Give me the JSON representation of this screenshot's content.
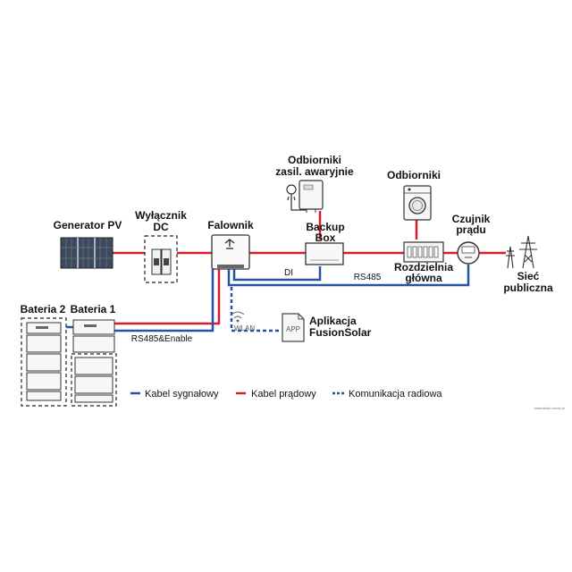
{
  "components": {
    "pv_generator": "Generator PV",
    "dc_switch": [
      "Wyłącznik",
      "DC"
    ],
    "inverter": "Falownik",
    "backup_box": [
      "Backup",
      "Box"
    ],
    "backup_loads": [
      "Odbiorniki",
      "zasil. awaryjnie"
    ],
    "loads": "Odbiorniki",
    "main_distribution": [
      "Rozdzielnia",
      "główna"
    ],
    "current_sensor": [
      "Czujnik",
      "prądu"
    ],
    "grid": [
      "Sieć",
      "publiczna"
    ],
    "battery_2": "Bateria 2",
    "battery_1": "Bateria 1",
    "app": [
      "Aplikacja",
      "FusionSolar"
    ],
    "app_icon_text": "APP",
    "wlan": "WLAN"
  },
  "connections": {
    "di": "DI",
    "rs485": "RS485",
    "rs485_enable": "RS485&Enable"
  },
  "legend": {
    "signal": "Kabel sygnałowy",
    "power": "Kabel prądowy",
    "radio": "Komunikacja radiowa"
  },
  "colors": {
    "signal_cable": "#2453a4",
    "power_cable": "#d81e2c",
    "device_outline": "#333333"
  },
  "watermark": "www.sklep.xxxxx.pl"
}
